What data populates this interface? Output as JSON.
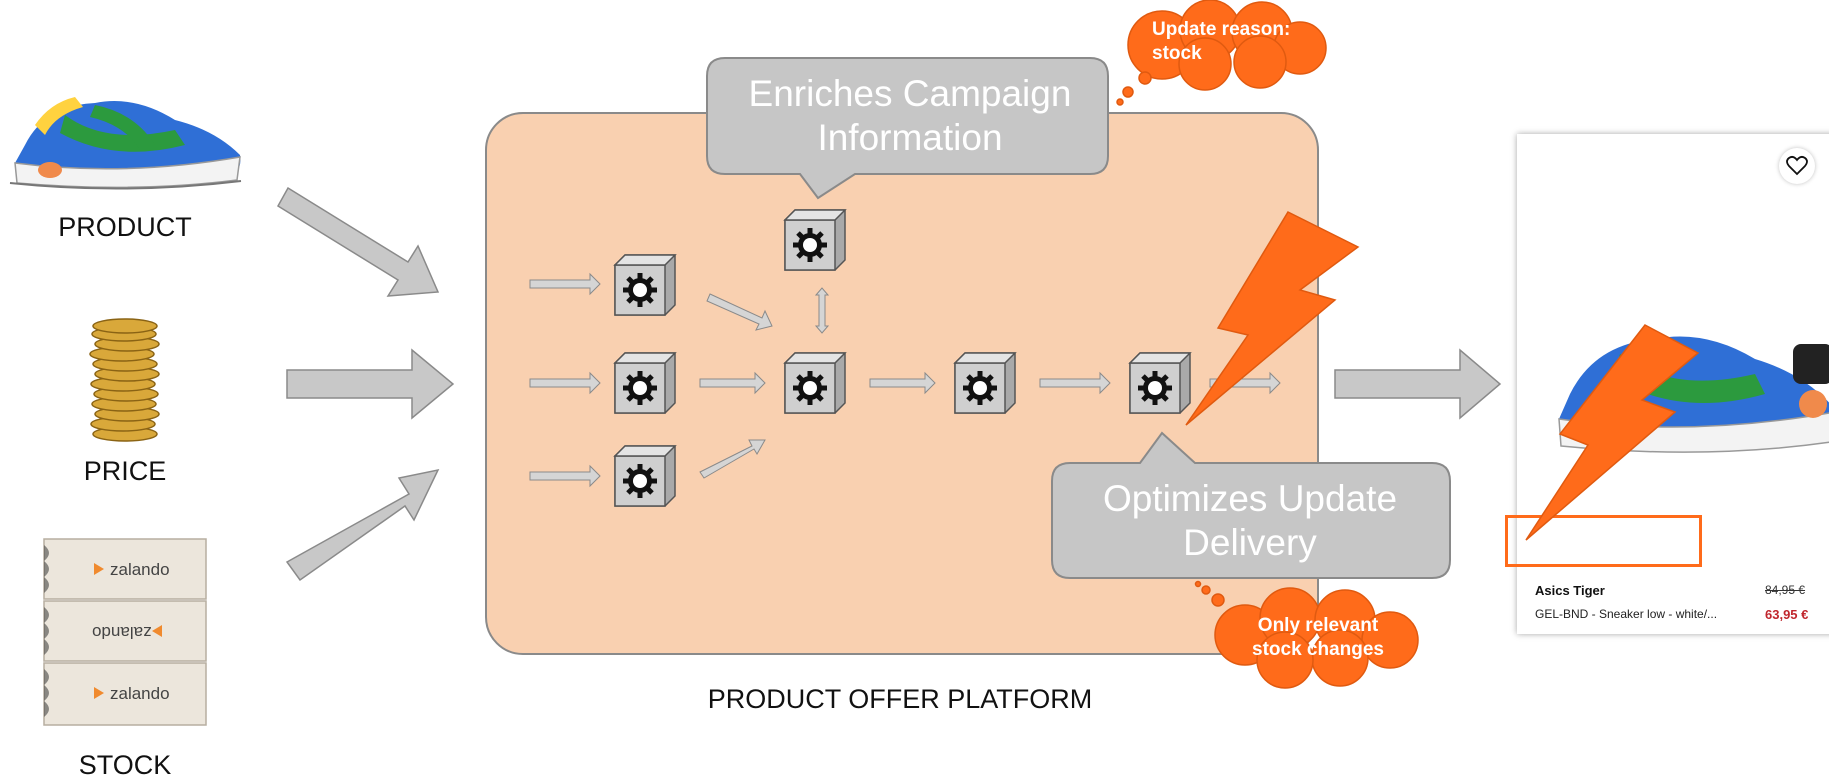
{
  "inputs": {
    "product_label": "PRODUCT",
    "price_label": "PRICE",
    "stock_label": "STOCK"
  },
  "box_brand": "zalando",
  "platform": {
    "label": "PRODUCT OFFER PLATFORM",
    "enrich_text": "Enriches Campaign Information",
    "optimize_text": "Optimizes Update Delivery",
    "update_reason_text": "Update reason: stock",
    "relevant_changes_text": "Only relevant stock changes"
  },
  "product_card": {
    "brand": "Asics Tiger",
    "name": "GEL-BND - Sneaker low - white/...",
    "old_price": "84,95 €",
    "new_price": "63,95 €"
  },
  "colors": {
    "platform_fill": "#f9d0b0",
    "bubble_fill": "#c6c6c6",
    "accent_orange": "#ff6b1a",
    "arrow_fill": "#c8c8c8"
  },
  "icons": [
    "sneaker-image",
    "coin-stack-image",
    "shoe-box-stack-image",
    "gear-icon",
    "lightning-icon",
    "heart-icon"
  ]
}
